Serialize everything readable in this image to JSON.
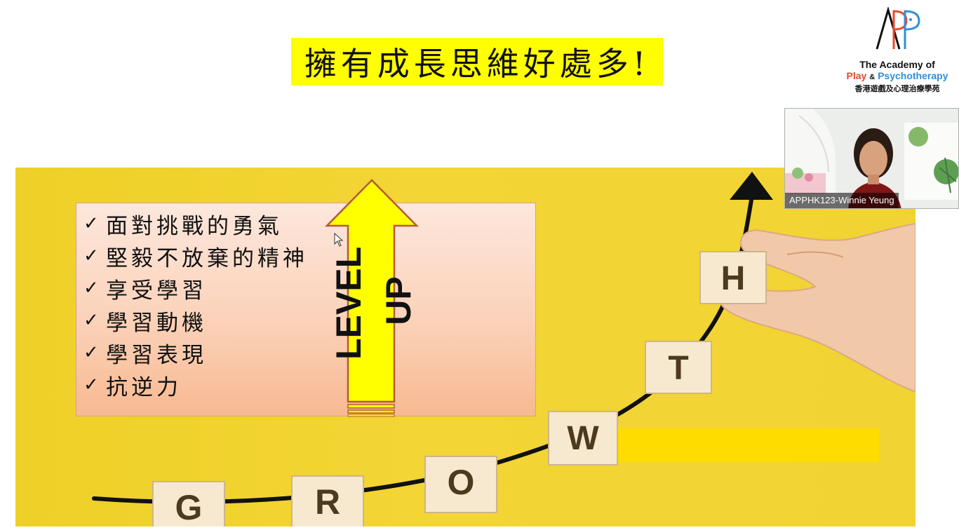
{
  "slide": {
    "title": "擁有成長思維好處多!",
    "checklist": [
      "面對挑戰的勇氣",
      "堅毅不放棄的精神",
      "享受學習",
      "學習動機",
      "學習表現",
      "抗逆力"
    ],
    "check_glyph": "✓",
    "level_word_1": "LEVEL",
    "level_word_2": "UP",
    "blocks": [
      "G",
      "R",
      "O",
      "W",
      "T",
      "H"
    ]
  },
  "logo": {
    "line1": "The Academy of",
    "line2_play": "Play",
    "line2_amp": "&",
    "line2_psy": "Psychotherapy",
    "line3": "香港遊戲及心理治療學苑"
  },
  "video": {
    "participant_label": "APPHK123-Winnie Yeung"
  },
  "colors": {
    "title_highlight": "#ffff00",
    "image_yellow": "#f3d534",
    "arrow_yellow": "#ffff00",
    "arrow_outline": "#b5593a",
    "logo_orange": "#e84a2c",
    "logo_blue": "#2f8fd8"
  },
  "icons": [
    "check-icon",
    "level-up-arrow-icon",
    "growth-curve-arrow-icon",
    "cursor-icon",
    "academy-logo-icon"
  ]
}
